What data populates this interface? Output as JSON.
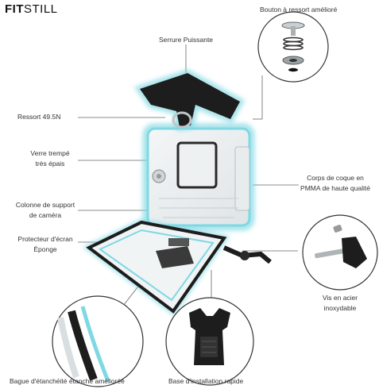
{
  "brand": {
    "bold": "FIT",
    "rest": "STILL"
  },
  "labels": {
    "spring_button": "Bouton à ressort amélioré",
    "lock": "Serrure Puissante",
    "spring": "Ressort 49.5N",
    "glass_1": "Verre trempé",
    "glass_2": "très épais",
    "column_1": "Colonne de support",
    "column_2": "de caméra",
    "protector_1": "Protecteur d'écran",
    "protector_2": "Éponge",
    "body_1": "Corps de coque en",
    "body_2": "PMMA de haute qualité",
    "screw_1": "Vis en acier",
    "screw_2": "inoxydable",
    "ring": "Bague d'étanchéité étanche améliorée",
    "base": "Base d'installation rapide"
  },
  "colors": {
    "accent": "#7fd8e3",
    "line": "#555555",
    "dark": "#1d1d1d"
  }
}
